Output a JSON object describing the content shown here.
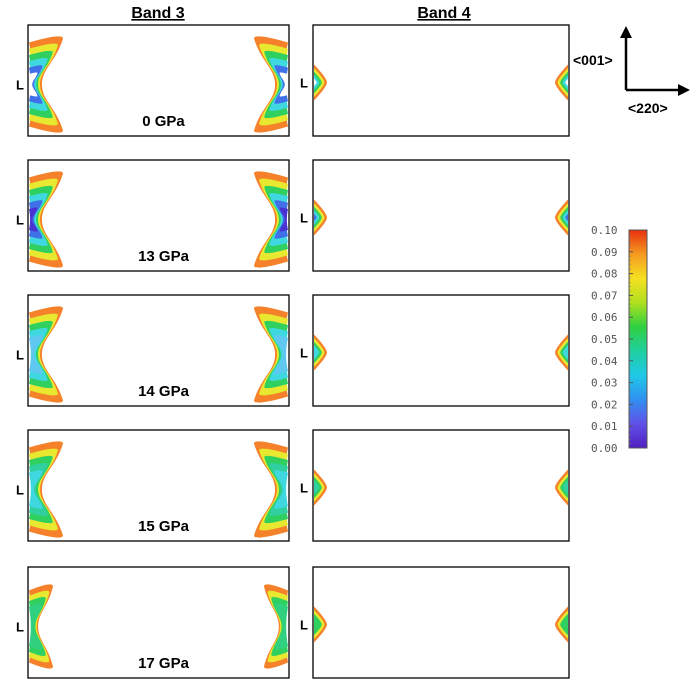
{
  "headers": [
    "Band 3",
    "Band 4"
  ],
  "point_label": "L",
  "axes": {
    "vertical": "<001>",
    "horizontal": "<220>"
  },
  "pressures": [
    "0 GPa",
    "13 GPa",
    "14 GPa",
    "15 GPa",
    "17 GPa"
  ],
  "colorbar": {
    "min": 0.0,
    "max": 0.1,
    "ticks": [
      "0.10",
      "0.09",
      "0.08",
      "0.07",
      "0.06",
      "0.05",
      "0.04",
      "0.03",
      "0.02",
      "0.01",
      "0.00"
    ],
    "colors": [
      "#e83010",
      "#f59a20",
      "#f5e020",
      "#b0e020",
      "#30d040",
      "#20d0a0",
      "#20c8e8",
      "#3090f0",
      "#6050e8",
      "#5020c0"
    ]
  },
  "colors": {
    "outer": "#f5822a",
    "yellow": "#e8e830",
    "green": "#30d060",
    "cyan": "#40d8e0",
    "blue": "#4070e8",
    "deep": "#4a32d0"
  }
}
